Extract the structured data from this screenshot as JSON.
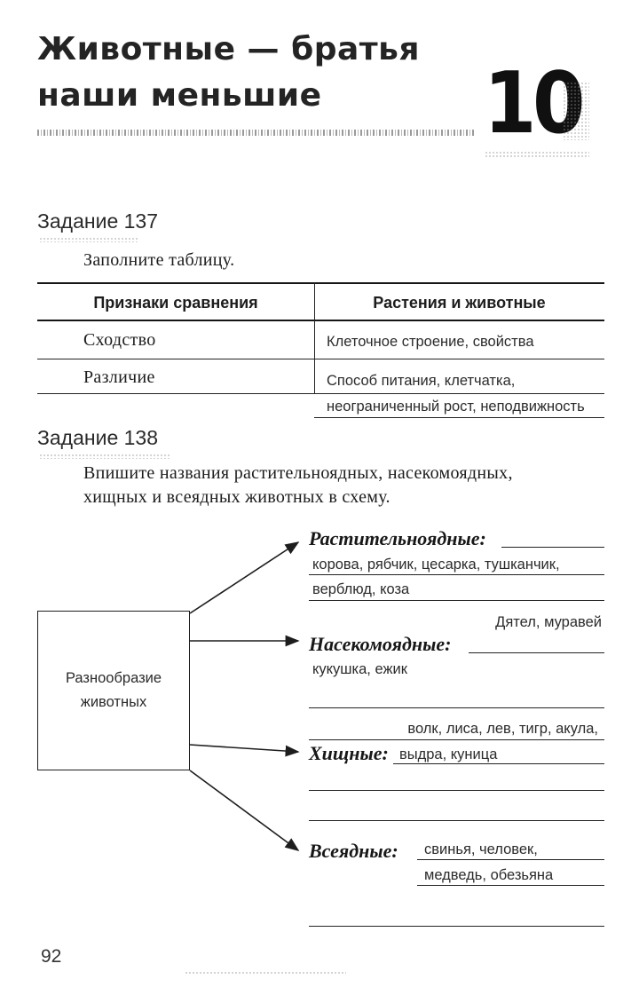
{
  "header": {
    "title_line1": "Животные — братья",
    "title_line2": "наши меньшие",
    "chapter_number": "10"
  },
  "task137": {
    "heading": "Задание 137",
    "instruction": "Заполните таблицу.",
    "table": {
      "headers": [
        "Признаки сравнения",
        "Растения и животные"
      ],
      "rows": [
        {
          "feature": "Сходство",
          "answer_lines": [
            "Клеточное строение, свойства"
          ]
        },
        {
          "feature": "Различие",
          "answer_lines": [
            "Способ питания, клетчатка,",
            "неограниченный рост, неподвижность"
          ]
        }
      ]
    }
  },
  "task138": {
    "heading": "Задание 138",
    "instruction_line1": "Впишите названия растительноядных, насекомоядных,",
    "instruction_line2": "хищных и всеядных животных в схему.",
    "diagram": {
      "root": [
        "Разнообразие",
        "животных"
      ],
      "branches": [
        {
          "label": "Растительноядные:",
          "answers": [
            "корова, рябчик, цесарка, тушканчик,",
            "верблюд, коза"
          ]
        },
        {
          "label": "Насекомоядные:",
          "answer_above": "Дятел, муравей",
          "answers": [
            "кукушка, ежик"
          ]
        },
        {
          "label": "Хищные:",
          "answer_above": "волк, лиса, лев, тигр, акула,",
          "answers": [
            "выдра, куница"
          ]
        },
        {
          "label": "Всеядные:",
          "answers": [
            "свинья, человек,",
            "медведь, обезьяна"
          ]
        }
      ]
    }
  },
  "footer": {
    "page_number": "92"
  },
  "colors": {
    "ink": "#1c1c1c",
    "paper": "#ffffff"
  }
}
